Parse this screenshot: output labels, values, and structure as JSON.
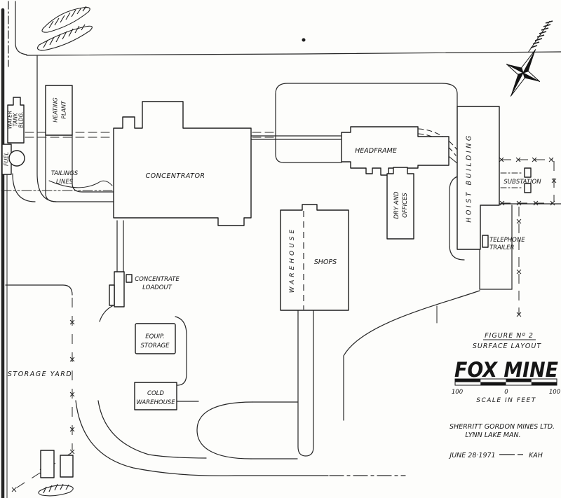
{
  "colors": {
    "ink": "#1f1f1f",
    "paper": "#fdfdfb"
  },
  "title_block": {
    "figure": "FIGURE Nº 2",
    "subtitle": "SURFACE LAYOUT",
    "mine_name": "FOX MINE",
    "scale_bar": {
      "left": "100",
      "zero": "0",
      "right": "100",
      "caption": "SCALE IN FEET"
    },
    "company_line1": "SHERRITT GORDON MINES LTD.",
    "company_line2": "LYNN LAKE MAN.",
    "date": "JUNE 28·1971",
    "initials": "KAH"
  },
  "labels": {
    "water_tank": {
      "line1": "WATER",
      "line2": "TANK",
      "line3": "BLDG."
    },
    "fuel": "FUEL",
    "heating_plant": {
      "line1": "HEATING",
      "line2": "PLANT"
    },
    "tailings_lines": {
      "line1": "TAILINGS",
      "line2": "LINES"
    },
    "concentrator": "CONCENTRATOR",
    "headframe": "HEADFRAME",
    "dry_offices": {
      "line1": "DRY AND",
      "line2": "OFFICES"
    },
    "hoist_building": "HOIST BUILDING",
    "substation": "SUBSTATION",
    "telephone_trailer": {
      "line1": "TELEPHONE",
      "line2": "TRAILER"
    },
    "warehouse": "WAREHOUSE",
    "shops": "SHOPS",
    "concentrate_loadout": {
      "line1": "CONCENTRATE",
      "line2": "LOADOUT"
    },
    "equip_storage": {
      "line1": "EQUIP.",
      "line2": "STORAGE"
    },
    "cold_warehouse": {
      "line1": "COLD",
      "line2": "WAREHOUSE"
    },
    "storage_yard": "STORAGE YARD"
  }
}
